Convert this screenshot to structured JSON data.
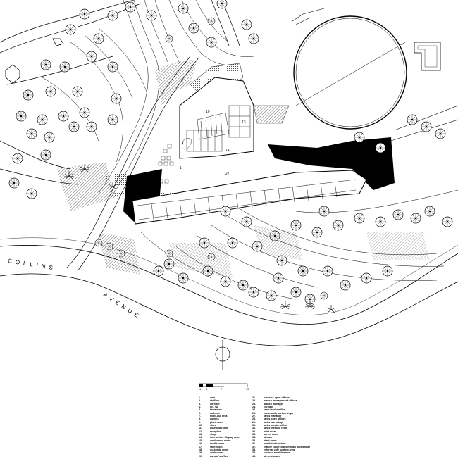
{
  "streets": {
    "collins": "COLLINS",
    "avenue": "AVENUE"
  },
  "scale_bar": {
    "ticks": [
      "1",
      "3",
      "7",
      "15"
    ]
  },
  "room_numbers": [
    "10",
    "14",
    "27",
    "13",
    "1",
    "1"
  ],
  "legend": {
    "left": [
      {
        "num": "1.",
        "label": "cafe"
      },
      {
        "num": "2.",
        "label": "staff wc"
      },
      {
        "num": "3.",
        "label": "corridor"
      },
      {
        "num": "4.",
        "label": "dis. wc"
      },
      {
        "num": "5.",
        "label": "female wc"
      },
      {
        "num": "6.",
        "label": "male wc"
      },
      {
        "num": "7.",
        "label": "multi-use area"
      },
      {
        "num": "8.",
        "label": "comms"
      },
      {
        "num": "9.",
        "label": "plant room"
      },
      {
        "num": "10.",
        "label": "store"
      },
      {
        "num": "11.",
        "label": "counting room"
      },
      {
        "num": "12.",
        "label": "reception"
      },
      {
        "num": "13.",
        "label": "shop"
      },
      {
        "num": "14.",
        "label": "interpretive display area"
      },
      {
        "num": "15.",
        "label": "conference room"
      },
      {
        "num": "16.",
        "label": "media room"
      },
      {
        "num": "17.",
        "label": "staff room"
      },
      {
        "num": "18.",
        "label": "ou-kombi room"
      },
      {
        "num": "19.",
        "label": "work room"
      },
      {
        "num": "20.",
        "label": "curator's office"
      }
    ],
    "right": [
      {
        "num": "21.",
        "label": "botanics open offices"
      },
      {
        "num": "22.",
        "label": "branch management offices"
      },
      {
        "num": "23.",
        "label": "branch manager"
      },
      {
        "num": "24.",
        "label": "corridor"
      },
      {
        "num": "25.",
        "label": "team leader office"
      },
      {
        "num": "26.",
        "label": "community partnerships"
      },
      {
        "num": "27.",
        "label": "tanks manager"
      },
      {
        "num": "28.",
        "label": "tanks open offices"
      },
      {
        "num": "29.",
        "label": "tanks workshop"
      },
      {
        "num": "30.",
        "label": "tanks curator office"
      },
      {
        "num": "31.",
        "label": "tanks meeting room"
      },
      {
        "num": "32.",
        "label": "print room"
      },
      {
        "num": "33.",
        "label": "server room"
      },
      {
        "num": "34.",
        "label": "shower"
      },
      {
        "num": "35.",
        "label": "plant room"
      },
      {
        "num": "36.",
        "label": "ventilated corridor"
      },
      {
        "num": "37.",
        "label": "feature covered pedestrian promenade"
      },
      {
        "num": "38.",
        "label": "external cafe seating area"
      },
      {
        "num": "39.",
        "label": "covered amphitheatre"
      },
      {
        "num": "40.",
        "label": "bin enclosure"
      }
    ]
  }
}
